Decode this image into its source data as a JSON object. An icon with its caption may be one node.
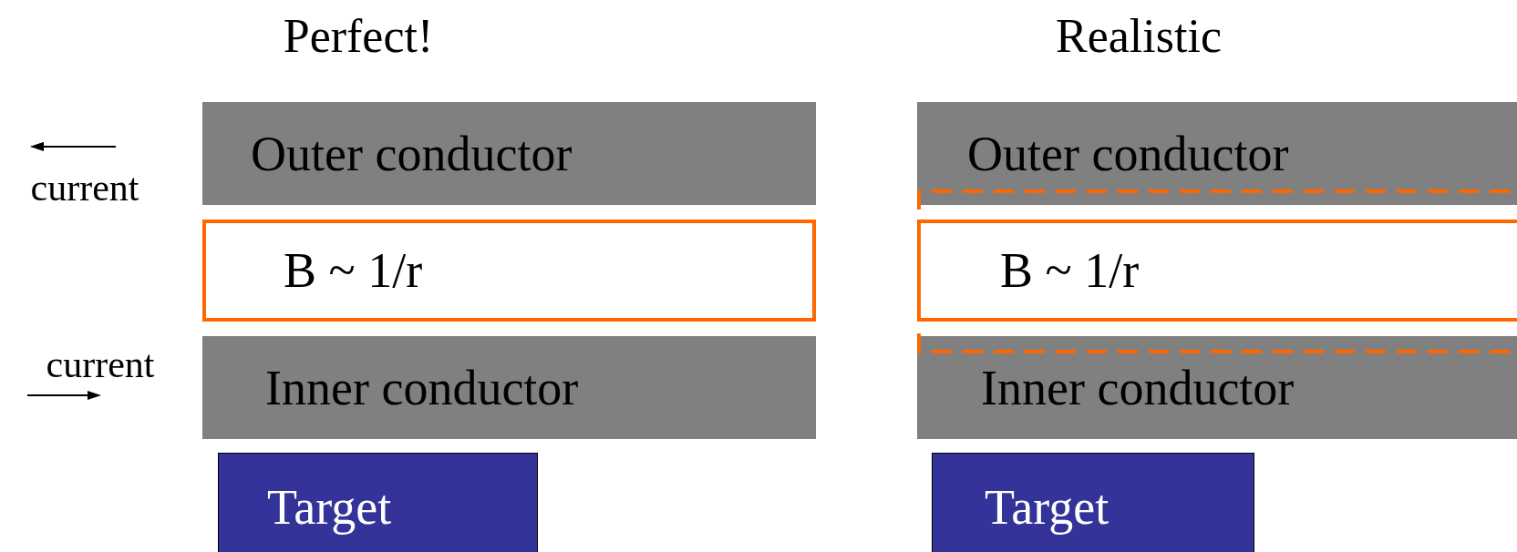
{
  "diagram": {
    "nodes": [
      {
        "text": [
          "Outer conductor"
        ]
      },
      {
        "text": [
          "B ~ 1/r"
        ]
      },
      {
        "text": [
          "Inner conductor"
        ]
      },
      {
        "text": [
          "Target"
        ]
      },
      {
        "text": [
          "Outer conductor"
        ]
      },
      {
        "text": [
          "B ~ 1/r"
        ]
      },
      {
        "text": [
          "Inner conductor"
        ]
      },
      {
        "text": [
          "Target"
        ]
      }
    ],
    "labels": [
      "Perfect!",
      "Realistic",
      "current",
      "current"
    ]
  }
}
